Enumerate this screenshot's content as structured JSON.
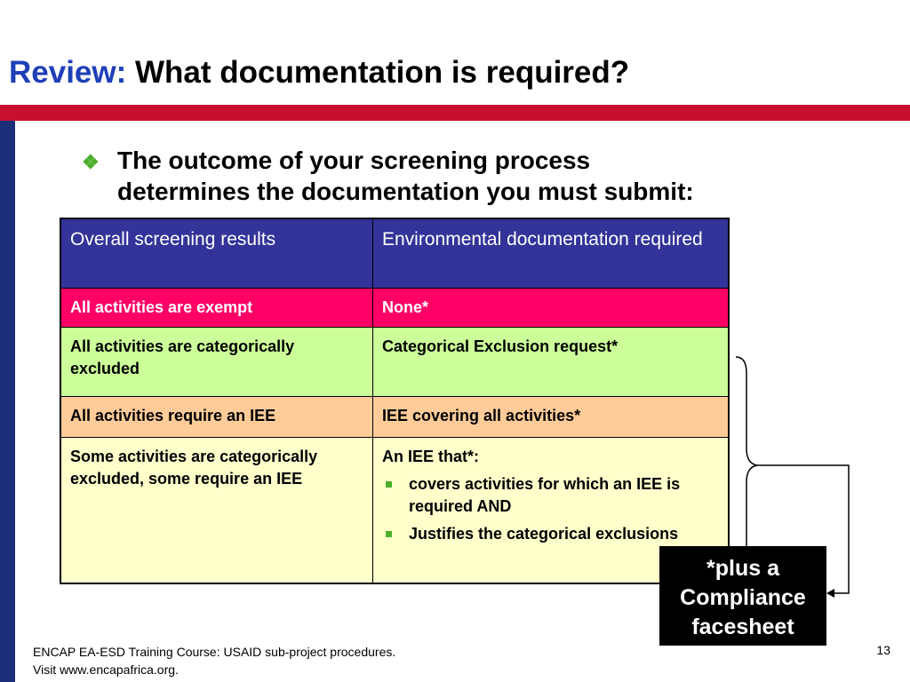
{
  "slide": {
    "title_accent": "Review:",
    "title_rest": "What documentation is required?",
    "bullet_line1": "The outcome of your screening process",
    "bullet_line2": "determines the documentation you must submit:",
    "page_number": "13"
  },
  "table": {
    "header": [
      "Overall screening results",
      "Environmental documentation required"
    ],
    "rows": [
      {
        "result": "All activities are exempt",
        "doc": "None*",
        "color": "#ff0066"
      },
      {
        "result": "All activities are categorically excluded",
        "doc": "Categorical Exclusion request*",
        "color": "#ccff99"
      },
      {
        "result": "All activities require an IEE",
        "doc": "IEE covering all activities*",
        "color": "#ffcc99"
      },
      {
        "result": "Some activities are categorically excluded, some require an IEE",
        "doc": "An IEE that*:",
        "color": "#ffffcc",
        "sub_items": [
          "covers activities for which an IEE is required AND",
          "Justifies the categorical exclusions"
        ]
      }
    ]
  },
  "callout": {
    "line1": "*plus a",
    "line2": "Compliance",
    "line3": "facesheet"
  },
  "footer": {
    "line1": "ENCAP EA-ESD Training Course: USAID sub-project procedures.",
    "line2": "Visit www.encapafrica.org."
  },
  "colors": {
    "title_accent": "#1f3fb8",
    "rule": "#c8102e",
    "sidebar": "#1a2e7a",
    "header_bg": "#333399",
    "bullet_green": "#4cae2a"
  }
}
